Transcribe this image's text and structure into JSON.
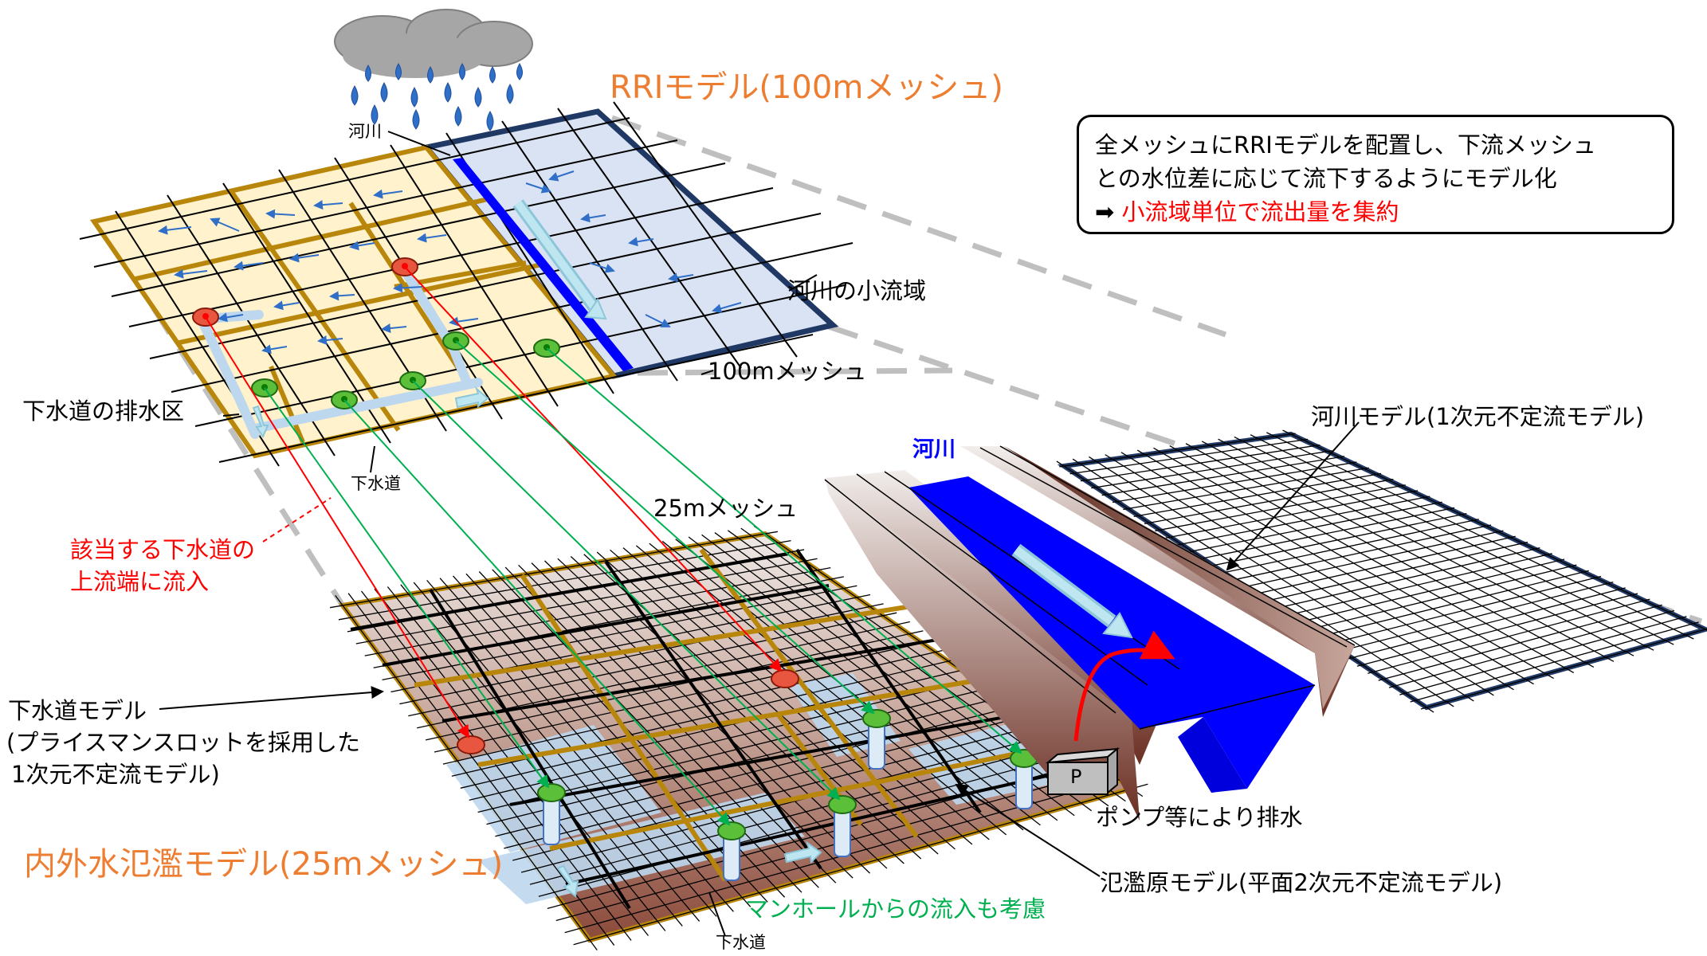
{
  "titles": {
    "rri_model": "RRIモデル(100mメッシュ)",
    "flood_model": "内外水氾濫モデル(25mメッシュ)"
  },
  "note": {
    "line1": "全メッシュにRRIモデルを配置し、下流メッシュ",
    "line2": "との水位差に応じて流下するようにモデル化",
    "arrow": "➡",
    "line3": "小流域単位で流出量を集約"
  },
  "labels": {
    "river_small": "河川",
    "river_subbasin": "河川の小流域",
    "mesh_100m": "100mメッシュ",
    "sewer_district": "下水道の排水区",
    "sewer_top": "下水道",
    "mesh_25m": "25mメッシュ",
    "river_blue": "河川",
    "river_model": "河川モデル(1次元不定流モデル)",
    "inflow_line1": "該当する下水道の",
    "inflow_line2": "上流端に流入",
    "sewer_model_line1": "下水道モデル",
    "sewer_model_line2": "(プライスマンスロットを採用した",
    "sewer_model_line3": "1次元不定流モデル)",
    "pump_letter": "P",
    "pump_drain": "ポンプ等により排水",
    "manhole_inflow": "マンホールからの流入も考慮",
    "floodplain_model": "氾濫原モデル(平面2次元不定流モデル)",
    "sewer_bottom": "下水道"
  },
  "colors": {
    "orange": "#ED7D31",
    "red": "#FF0000",
    "blue": "#0000FF",
    "green": "#00B050",
    "gold_border": "#B8860B",
    "cell_fill": "#FFF2CC",
    "river_basin_fill": "#DAE3F3",
    "basin_border": "#1F3864",
    "manhole_green": "#5BBF3A",
    "manhole_red": "#E8563F",
    "channel_light_blue": "#BDD7EE",
    "rain_blue": "#2F6FC8"
  },
  "icons": [
    "cloud-icon",
    "raindrop-icon",
    "pump-icon",
    "manhole-icon",
    "flow-arrow-icon"
  ]
}
